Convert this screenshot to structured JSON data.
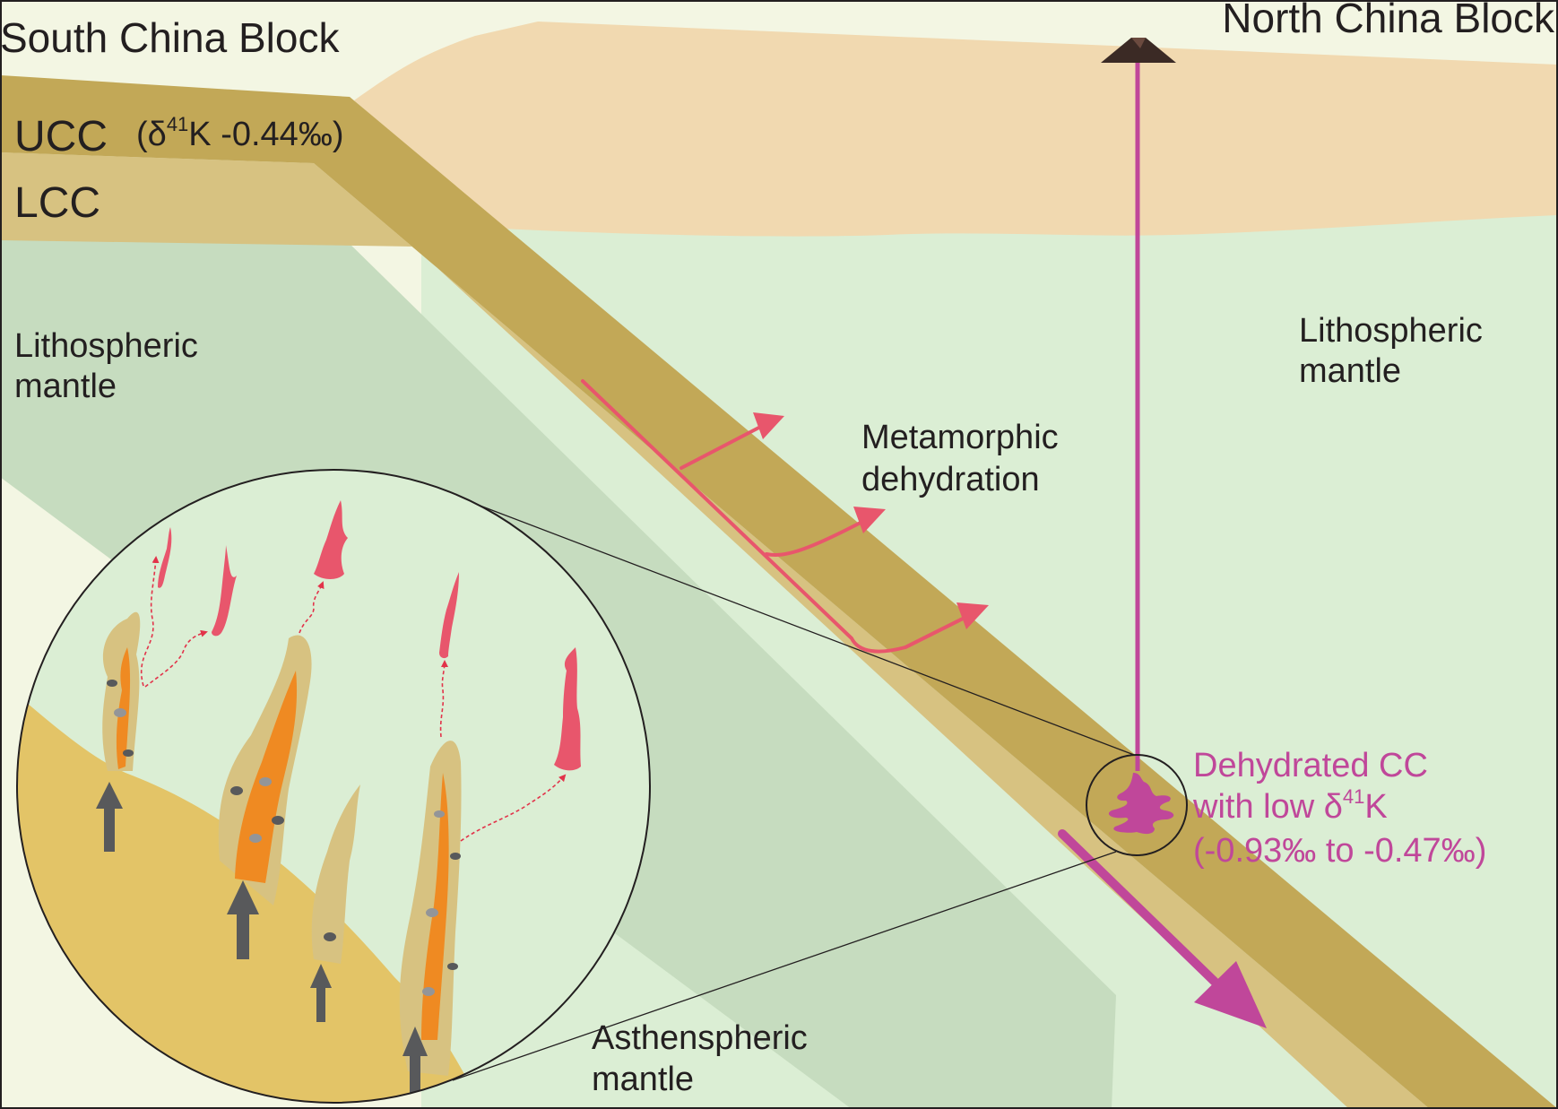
{
  "labels": {
    "south_china_block": "South China Block",
    "north_china_block": "North China Block",
    "ucc": "UCC",
    "ucc_isotope_prefix": "(δ",
    "ucc_isotope_mass": "41",
    "ucc_isotope_suffix": "K -0.44‰)",
    "lcc": "LCC",
    "lithospheric_mantle_left": [
      "Lithospheric",
      "mantle"
    ],
    "lithospheric_mantle_right": [
      "Lithospheric",
      "mantle"
    ],
    "metamorphic_dehydration": [
      "Metamorphic",
      "dehydration"
    ],
    "dehydrated_cc": {
      "line1": "Dehydrated CC",
      "line2_prefix": "with low δ",
      "line2_mass": "41",
      "line2_suffix": "K",
      "line3": "(-0.93‰ to -0.47‰)"
    },
    "asthenospheric_mantle": [
      "Asthenspheric",
      "mantle"
    ]
  },
  "colors": {
    "north_crust": "#f1d9b0",
    "lithospheric_mantle_light": "#dbeed4",
    "lithospheric_mantle_dark": "#c6dcbf",
    "asthenosphere": "#f3f6e3",
    "ucc": "#c2a857",
    "lcc": "#d7c281",
    "melt_host": "#e3c467",
    "melt_core": "#ef8a22",
    "fluid": "#e8566c",
    "magma": "#c0479a",
    "arrow_grey": "#58595b"
  },
  "icons": {
    "volcano": "volcano-icon",
    "dehydration_arrows": "arrow-icon",
    "subduction_arrow": "arrow-icon",
    "upwelling_arrows": "up-arrow-icon"
  }
}
